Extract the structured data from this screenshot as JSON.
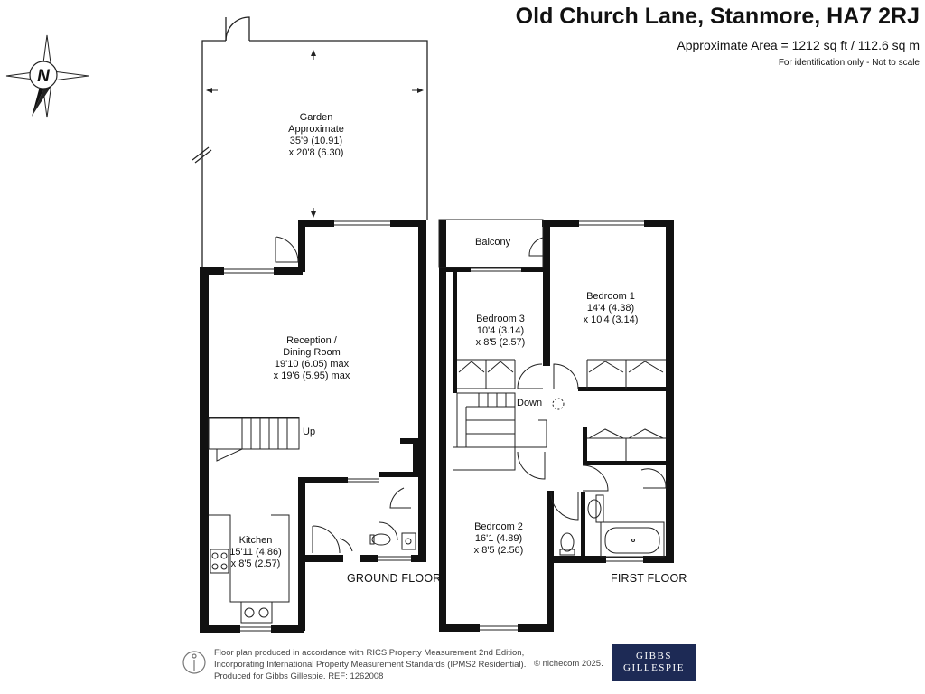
{
  "header": {
    "title": "Old Church Lane, Stanmore, HA7 2RJ",
    "area": "Approximate Area = 1212 sq ft / 112.6 sq m",
    "note": "For identification only - Not to scale"
  },
  "compass": {
    "label": "N"
  },
  "rooms": {
    "garden": {
      "name": "Garden",
      "line2": "Approximate",
      "dim1": "35'9 (10.91)",
      "dim2": "x 20'8 (6.30)"
    },
    "reception": {
      "name": "Reception /",
      "line2": "Dining Room",
      "dim1": "19'10 (6.05) max",
      "dim2": "x 19'6 (5.95) max"
    },
    "kitchen": {
      "name": "Kitchen",
      "dim1": "15'11 (4.86)",
      "dim2": "x 8'5 (2.57)"
    },
    "bedroom1": {
      "name": "Bedroom 1",
      "dim1": "14'4 (4.38)",
      "dim2": "x 10'4 (3.14)"
    },
    "bedroom2": {
      "name": "Bedroom 2",
      "dim1": "16'1 (4.89)",
      "dim2": "x 8'5 (2.56)"
    },
    "bedroom3": {
      "name": "Bedroom 3",
      "dim1": "10'4 (3.14)",
      "dim2": "x 8'5 (2.57)"
    },
    "balcony": {
      "name": "Balcony"
    }
  },
  "stairs": {
    "up": "Up",
    "down": "Down"
  },
  "floors": {
    "ground": "GROUND FLOOR",
    "first": "FIRST FLOOR"
  },
  "footer": {
    "line1": "Floor plan produced in accordance with RICS Property Measurement 2nd Edition,",
    "line2": "Incorporating International Property Measurement Standards (IPMS2 Residential).",
    "line3": "Produced for Gibbs Gillespie.   REF:  1262008",
    "copyright": "© nichecom 2025."
  },
  "brand": {
    "line1": "GIBBS",
    "line2": "GILLESPIE",
    "color": "#1d2a55"
  },
  "colors": {
    "walls": "#111111",
    "background": "#ffffff"
  }
}
